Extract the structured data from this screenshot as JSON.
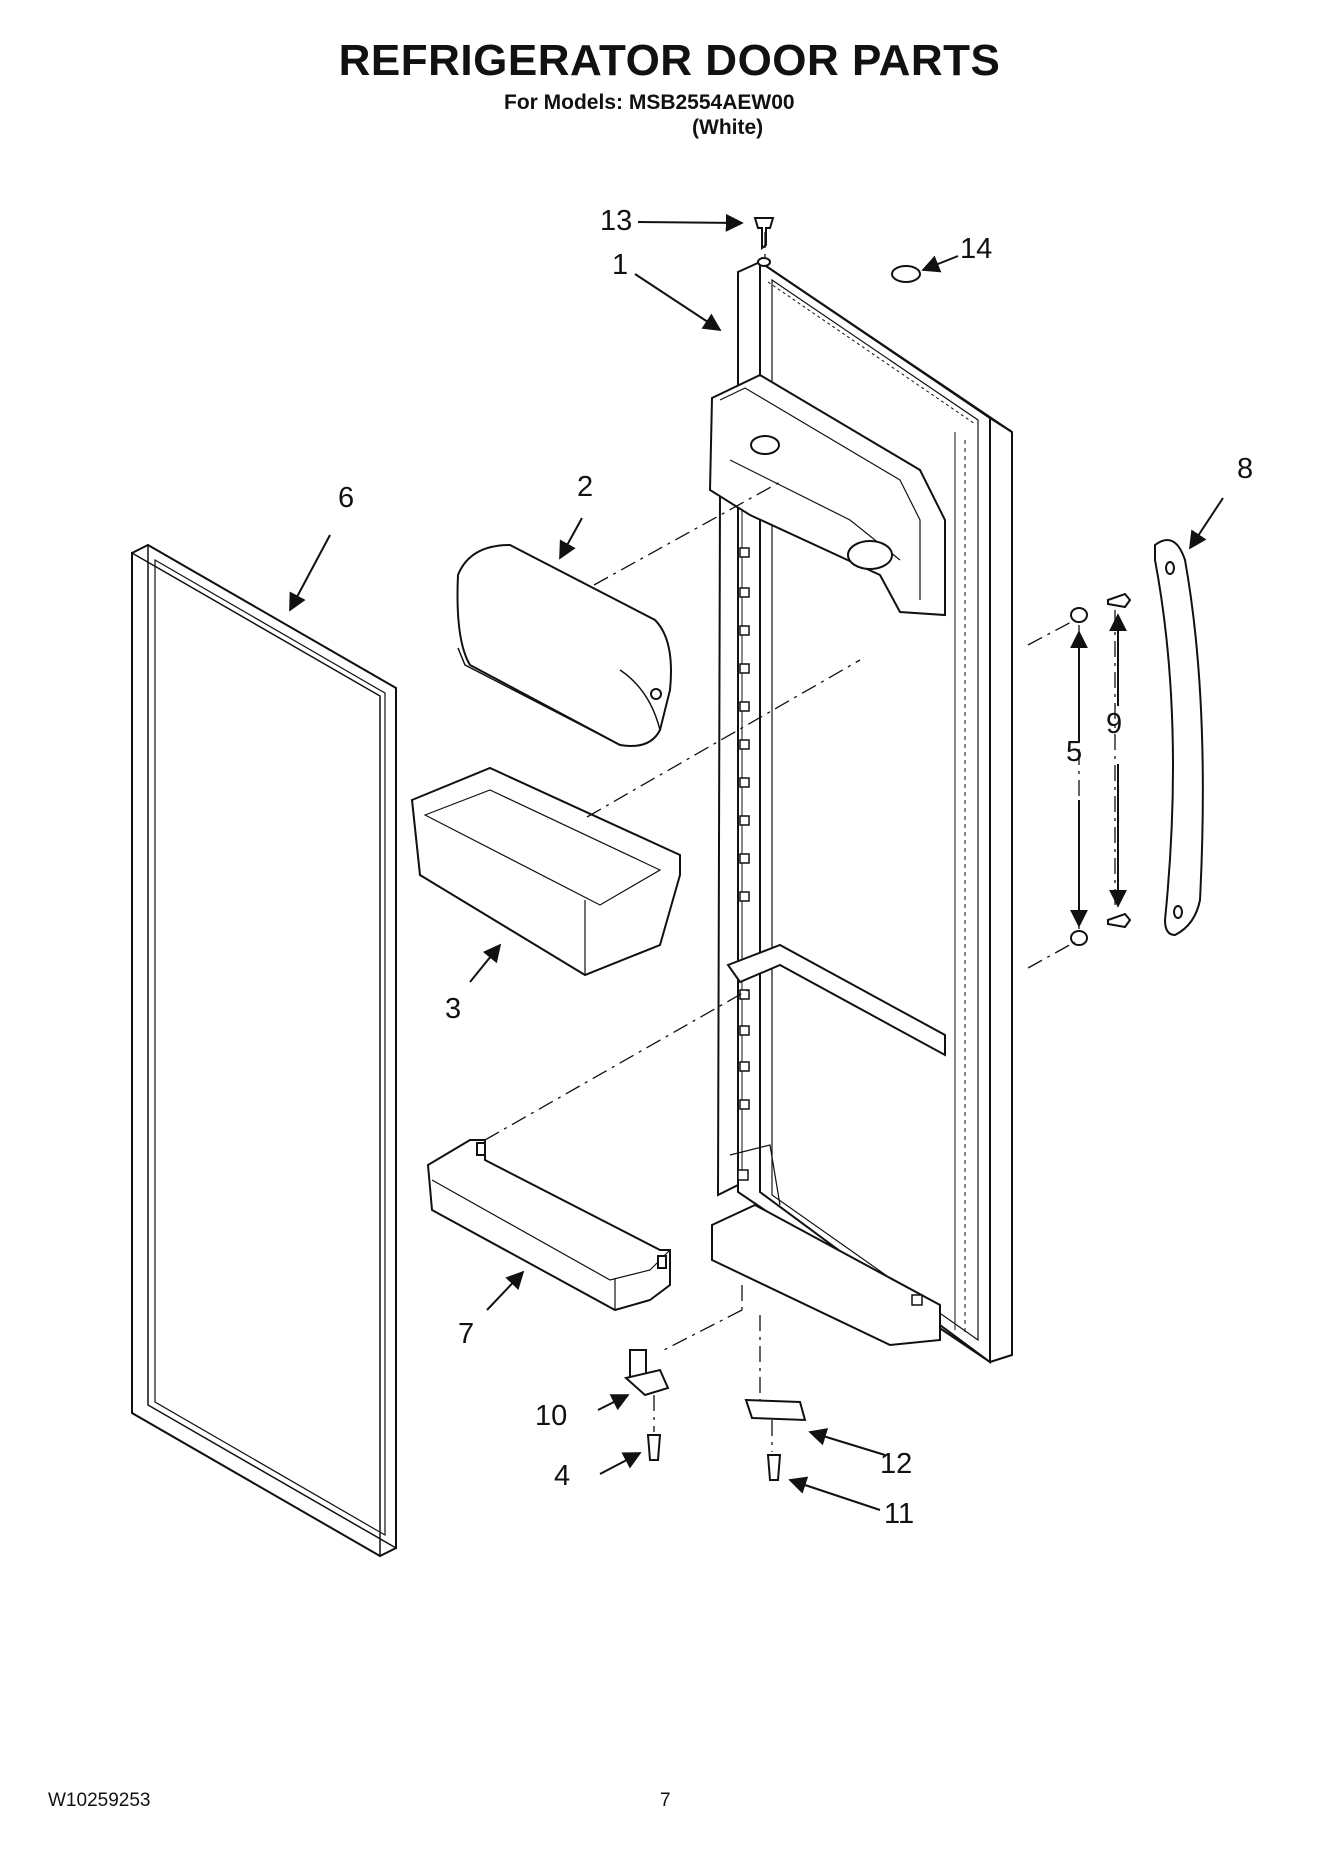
{
  "header": {
    "title": "REFRIGERATOR DOOR PARTS",
    "models_line": "For Models: MSB2554AEW00",
    "color_variant": "(White)"
  },
  "callouts": [
    {
      "id": "13",
      "label": "13"
    },
    {
      "id": "14",
      "label": "14"
    },
    {
      "id": "1",
      "label": "1"
    },
    {
      "id": "2",
      "label": "2"
    },
    {
      "id": "6",
      "label": "6"
    },
    {
      "id": "8",
      "label": "8"
    },
    {
      "id": "5",
      "label": "5"
    },
    {
      "id": "9",
      "label": "9"
    },
    {
      "id": "3",
      "label": "3"
    },
    {
      "id": "7",
      "label": "7"
    },
    {
      "id": "10",
      "label": "10"
    },
    {
      "id": "12",
      "label": "12"
    },
    {
      "id": "4",
      "label": "4"
    },
    {
      "id": "11",
      "label": "11"
    }
  ],
  "footer": {
    "document_number": "W10259253",
    "page_number": "7"
  }
}
